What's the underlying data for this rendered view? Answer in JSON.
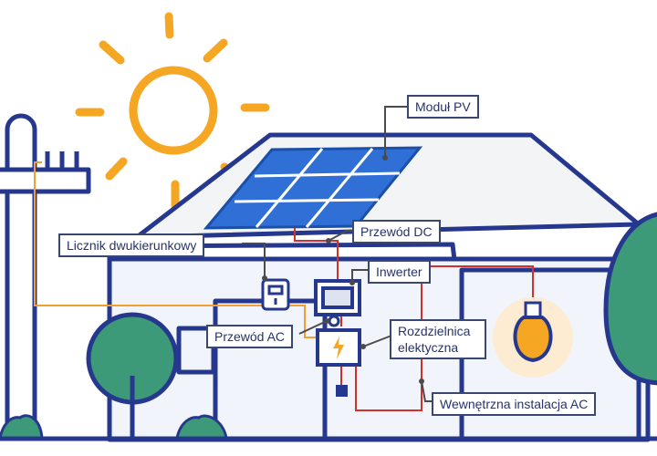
{
  "labels": {
    "pv_module": "Moduł PV",
    "dc_wire": "Przewód DC",
    "bidirectional_meter": "Licznik dwukierunkowy",
    "inverter": "Inwerter",
    "ac_wire": "Przewód AC",
    "switchboard_line1": "Rozdzielnica",
    "switchboard_line2": "elektyczna",
    "internal_ac_installation": "Wewnętrzna instalacja AC"
  },
  "colors": {
    "outline": "#26388e",
    "wall": "#f1f5fb",
    "roof": "#f3f4f6",
    "sun": "#f5a623",
    "tree": "#3d9a78",
    "panel": "#3b82e8",
    "dc_wire": "#d0312d",
    "ac_wire": "#f0a030",
    "bulb_glow": "#fdebd2"
  }
}
